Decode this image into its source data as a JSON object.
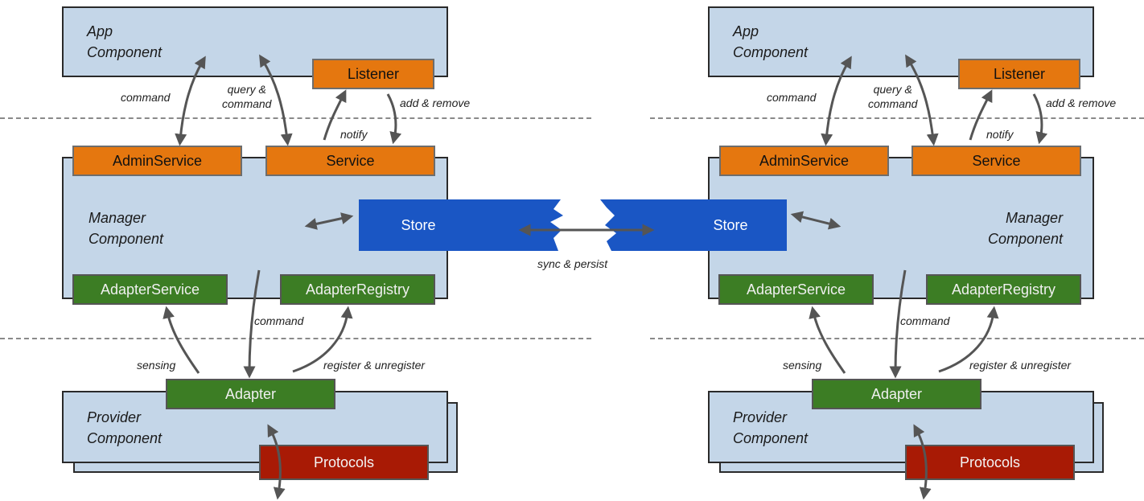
{
  "colors": {
    "component_fill": "#c4d6e8",
    "service_orange": "#e5770f",
    "adapter_green": "#3c7d24",
    "protocols_red": "#a81a05",
    "store_blue": "#1a56c4",
    "arrow_gray": "#555555"
  },
  "left": {
    "app_component": [
      "App",
      "Component"
    ],
    "listener": "Listener",
    "admin_service": "AdminService",
    "service": "Service",
    "manager_component": [
      "Manager",
      "Component"
    ],
    "store": "Store",
    "adapter_service": "AdapterService",
    "adapter_registry": "AdapterRegistry",
    "adapter": "Adapter",
    "provider_component": [
      "Provider",
      "Component"
    ],
    "protocols": "Protocols",
    "labels": {
      "command": "command",
      "query_command": [
        "query &",
        "command"
      ],
      "notify": "notify",
      "add_remove": "add & remove",
      "command_low": "command",
      "sensing": "sensing",
      "register_unregister": "register & unregister"
    }
  },
  "right": {
    "app_component": [
      "App",
      "Component"
    ],
    "listener": "Listener",
    "admin_service": "AdminService",
    "service": "Service",
    "manager_component": [
      "Manager",
      "Component"
    ],
    "store": "Store",
    "adapter_service": "AdapterService",
    "adapter_registry": "AdapterRegistry",
    "adapter": "Adapter",
    "provider_component": [
      "Provider",
      "Component"
    ],
    "protocols": "Protocols",
    "labels": {
      "command": "command",
      "query_command": [
        "query &",
        "command"
      ],
      "notify": "notify",
      "add_remove": "add & remove",
      "command_low": "command",
      "sensing": "sensing",
      "register_unregister": "register & unregister"
    }
  },
  "sync_label": "sync & persist"
}
